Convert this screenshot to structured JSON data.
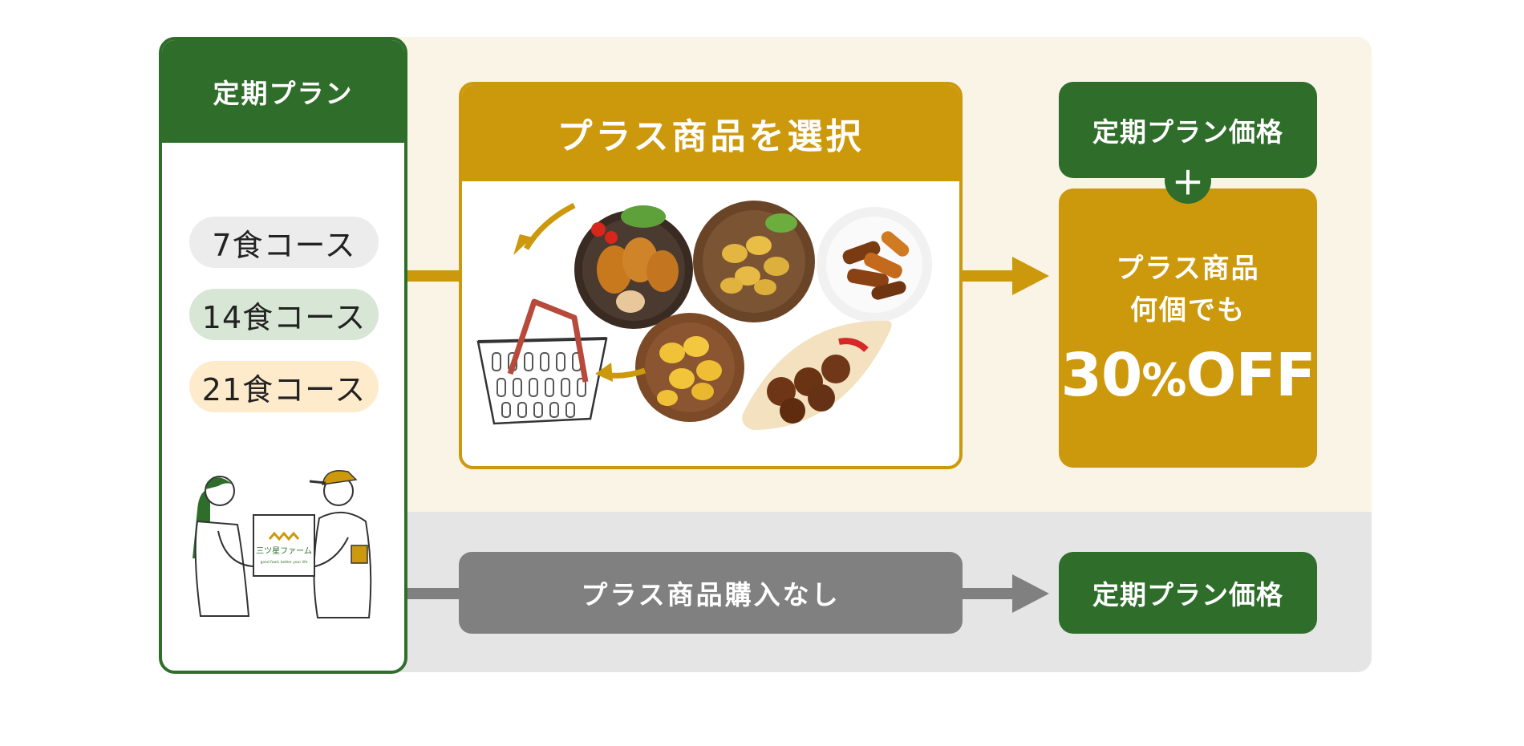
{
  "plan_panel": {
    "title": "定期プラン",
    "courses": [
      "7食コース",
      "14食コース",
      "21食コース"
    ],
    "delivery_box_brand": "三ツ星ファーム",
    "delivery_box_tagline": "good food, better your life"
  },
  "select_products": {
    "title": "プラス商品を選択"
  },
  "with_plus": {
    "price_label": "定期プラン価格",
    "plus_symbol": "＋",
    "discount_line1": "プラス商品",
    "discount_line2": "何個でも",
    "discount_value": "30",
    "discount_unit": "%",
    "discount_suffix": "OFF"
  },
  "without_plus": {
    "label": "プラス商品購入なし",
    "price_label": "定期プラン価格"
  },
  "colors": {
    "green": "#2f6d2b",
    "gold": "#cc990c",
    "grey": "#808080",
    "cream": "#faf4e6",
    "light_grey": "#e5e5e5"
  }
}
